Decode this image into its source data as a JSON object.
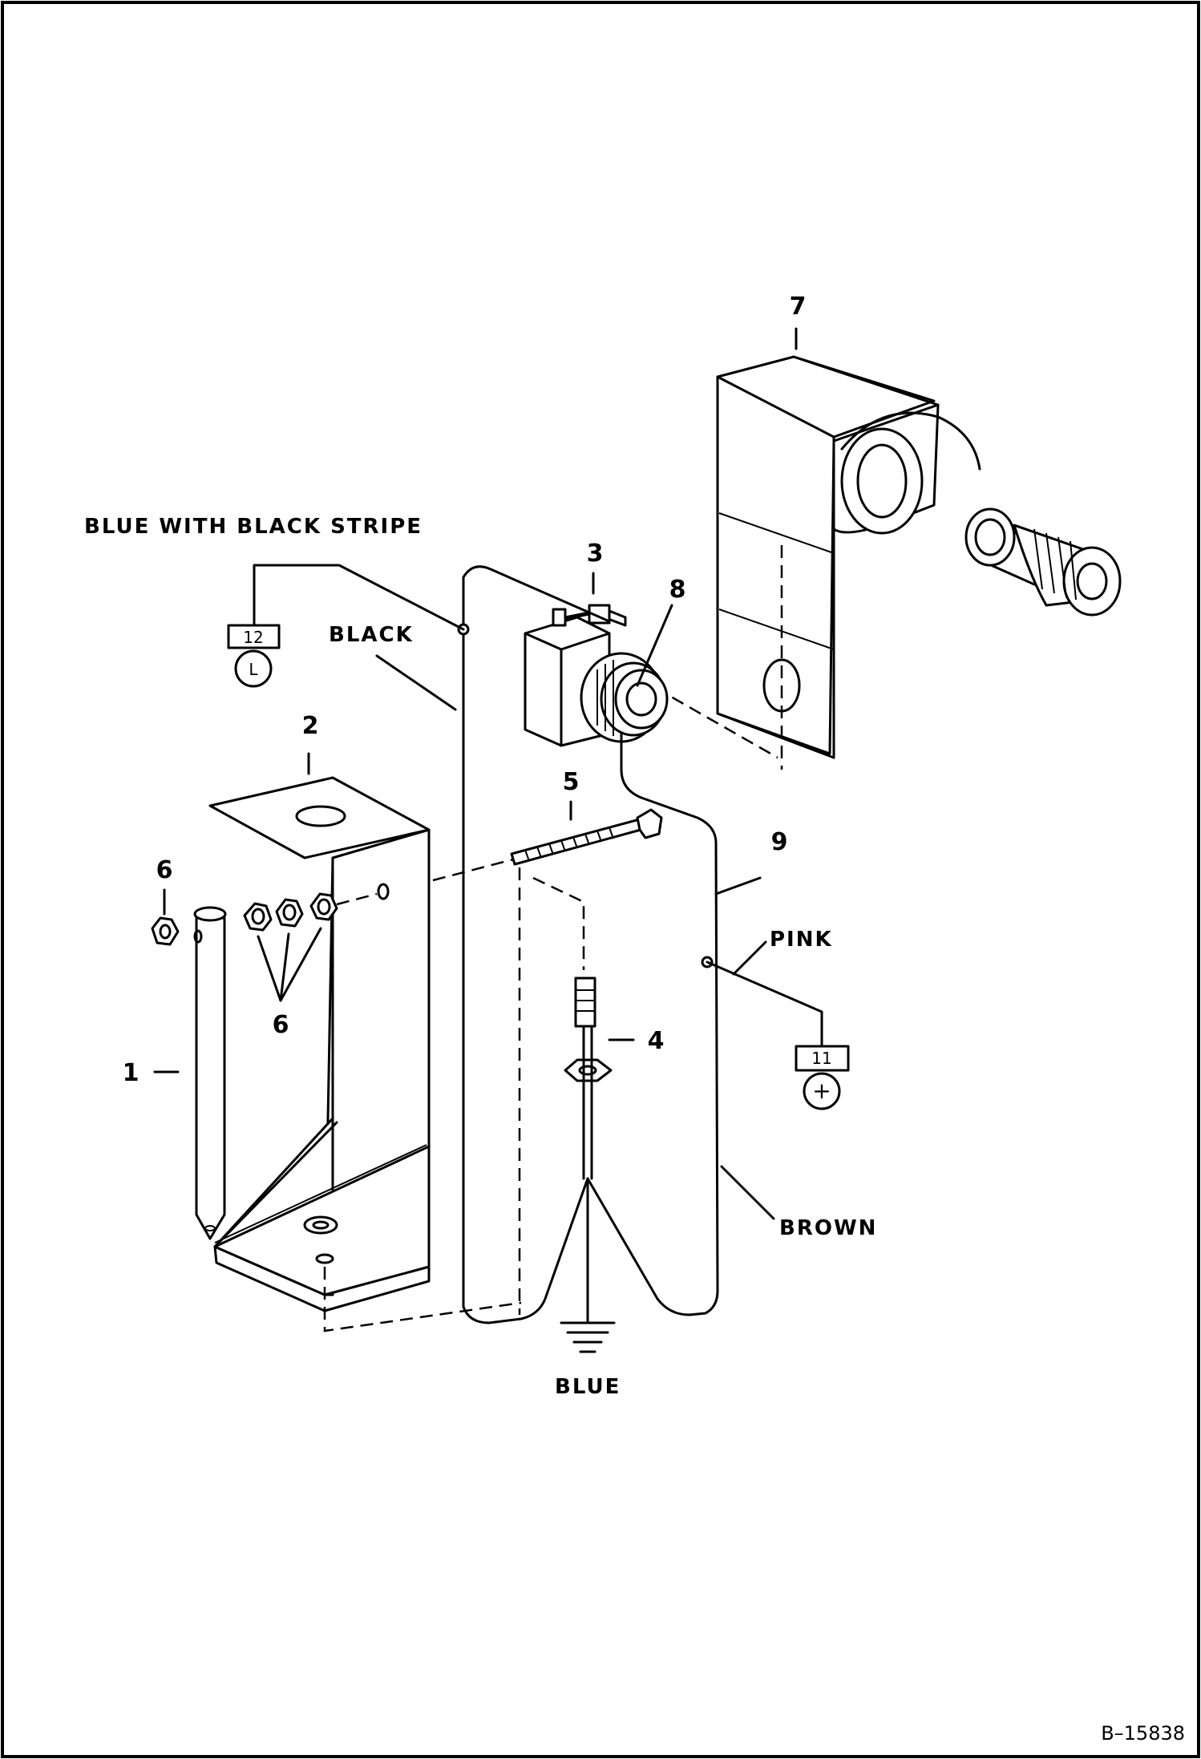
{
  "callouts": {
    "c1": "1",
    "c2": "2",
    "c3": "3",
    "c4": "4",
    "c5": "5",
    "c6a": "6",
    "c6b": "6",
    "c7": "7",
    "c8": "8",
    "c9": "9"
  },
  "wire_labels": {
    "blue_black_stripe": "BLUE WITH BLACK STRIPE",
    "black": "BLACK",
    "pink": "PINK",
    "brown": "BROWN",
    "blue": "BLUE"
  },
  "terminals": {
    "t12": {
      "number": "12",
      "symbol": "L"
    },
    "t11": {
      "number": "11",
      "symbol": "+"
    }
  },
  "reference": "B–15838"
}
